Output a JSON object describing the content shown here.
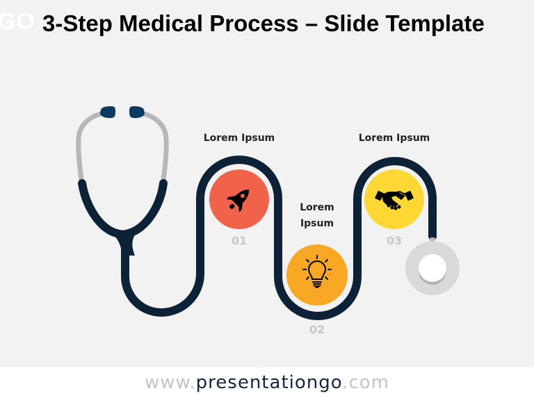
{
  "header": {
    "logo_fragment": "GO",
    "title": "3-Step Medical Process – Slide Template"
  },
  "colors": {
    "background": "#f2f2f2",
    "tube_dark": "#0d2236",
    "tube_gray": "#b7b7b7",
    "earpiece": "#0b3a60",
    "chestpiece_outer": "#d9d9d9",
    "chestpiece_inner": "#ffffff",
    "step1": "#f0624a",
    "step2": "#f9a825",
    "step3": "#fdd835",
    "number_gray": "#c8c8c8"
  },
  "steps": [
    {
      "number": "01",
      "label": "Lorem Ipsum",
      "icon": "rocket-icon",
      "color": "#f0624a"
    },
    {
      "number": "02",
      "label_line1": "Lorem",
      "label_line2": "Ipsum",
      "icon": "lightbulb-icon",
      "color": "#f9a825"
    },
    {
      "number": "03",
      "label": "Lorem Ipsum",
      "icon": "handshake-icon",
      "color": "#fdd835"
    }
  ],
  "footer": {
    "prefix": "www.",
    "brand": "presentationgo",
    "suffix": ".com"
  }
}
